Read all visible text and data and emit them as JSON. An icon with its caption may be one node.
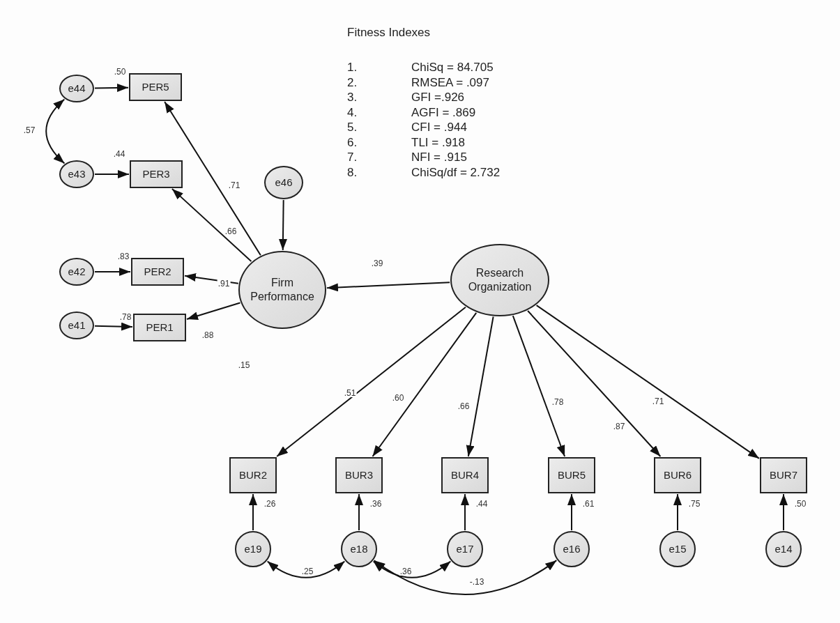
{
  "diagram": {
    "title": "Fitness Indexes",
    "nodes": [
      {
        "text": [
          "e44"
        ]
      },
      {
        "text": [
          "PER5"
        ],
        "beside": [
          ".50"
        ]
      },
      {
        "text": [
          "e43"
        ]
      },
      {
        "text": [
          "PER3"
        ],
        "beside": [
          ".44"
        ]
      },
      {
        "text": [
          "e46"
        ]
      },
      {
        "text": [
          "e42"
        ]
      },
      {
        "text": [
          "PER2"
        ],
        "beside": [
          ".83"
        ]
      },
      {
        "text": [
          "Firm Performance"
        ],
        "beside": [
          ".15"
        ]
      },
      {
        "text": [
          "Research Organization"
        ]
      },
      {
        "text": [
          "e41"
        ]
      },
      {
        "text": [
          "PER1"
        ],
        "beside": [
          ".78"
        ]
      },
      {
        "text": [
          "BUR2"
        ],
        "beside": [
          ".26"
        ]
      },
      {
        "text": [
          "BUR3"
        ],
        "beside": [
          ".36"
        ]
      },
      {
        "text": [
          "BUR4"
        ],
        "beside": [
          ".44"
        ]
      },
      {
        "text": [
          "BUR5"
        ],
        "beside": [
          ".61"
        ]
      },
      {
        "text": [
          "BUR6"
        ],
        "beside": [
          ".75"
        ]
      },
      {
        "text": [
          "BUR7"
        ],
        "beside": [
          ".50"
        ]
      },
      {
        "text": [
          "e19"
        ]
      },
      {
        "text": [
          "e18"
        ]
      },
      {
        "text": [
          "e17"
        ]
      },
      {
        "text": [
          "e16"
        ]
      },
      {
        "text": [
          "e15"
        ]
      },
      {
        "text": [
          "e14"
        ]
      }
    ],
    "edges": [
      {
        "from": 0,
        "to": 1,
        "arrow": "to"
      },
      {
        "from": 2,
        "to": 3,
        "arrow": "to"
      },
      {
        "from": 0,
        "to": 2,
        "arrow": "both",
        "label": ".57"
      },
      {
        "from": 7,
        "to": 1,
        "arrow": "to",
        "label": ".71"
      },
      {
        "from": 7,
        "to": 3,
        "arrow": "to",
        "label": ".66"
      },
      {
        "from": 5,
        "to": 6,
        "arrow": "to"
      },
      {
        "from": 7,
        "to": 6,
        "arrow": "to",
        "label": ".91"
      },
      {
        "from": 4,
        "to": 7,
        "arrow": "to"
      },
      {
        "from": 9,
        "to": 10,
        "arrow": "to"
      },
      {
        "from": 7,
        "to": 10,
        "arrow": "to",
        "label": ".88"
      },
      {
        "from": 8,
        "to": 7,
        "arrow": "to",
        "label": ".39"
      },
      {
        "from": 8,
        "to": 11,
        "arrow": "to",
        "label": ".51"
      },
      {
        "from": 8,
        "to": 12,
        "arrow": "to",
        "label": ".60"
      },
      {
        "from": 8,
        "to": 13,
        "arrow": "to",
        "label": ".66"
      },
      {
        "from": 8,
        "to": 14,
        "arrow": "to",
        "label": ".78"
      },
      {
        "from": 8,
        "to": 15,
        "arrow": "to",
        "label": ".87"
      },
      {
        "from": 8,
        "to": 16,
        "arrow": "to",
        "label": ".71"
      },
      {
        "from": 17,
        "to": 11,
        "arrow": "to"
      },
      {
        "from": 18,
        "to": 12,
        "arrow": "to"
      },
      {
        "from": 19,
        "to": 13,
        "arrow": "to"
      },
      {
        "from": 20,
        "to": 14,
        "arrow": "to"
      },
      {
        "from": 21,
        "to": 15,
        "arrow": "to"
      },
      {
        "from": 22,
        "to": 16,
        "arrow": "to"
      },
      {
        "from": 17,
        "to": 18,
        "arrow": "both",
        "label": ".25"
      },
      {
        "from": 18,
        "to": 19,
        "arrow": "both",
        "label": ".36"
      },
      {
        "from": 18,
        "to": 20,
        "arrow": "both",
        "label": "-.13"
      }
    ],
    "labels": [
      "1.",
      "ChiSq = 84.705",
      "2.",
      "RMSEA = .097",
      "3.",
      "GFI =.926",
      "4.",
      "AGFI = .869",
      "5.",
      "CFI = .944",
      "6.",
      "TLI = .918",
      "7.",
      "NFI = .915",
      "8.",
      "ChiSq/df = 2.732"
    ]
  }
}
